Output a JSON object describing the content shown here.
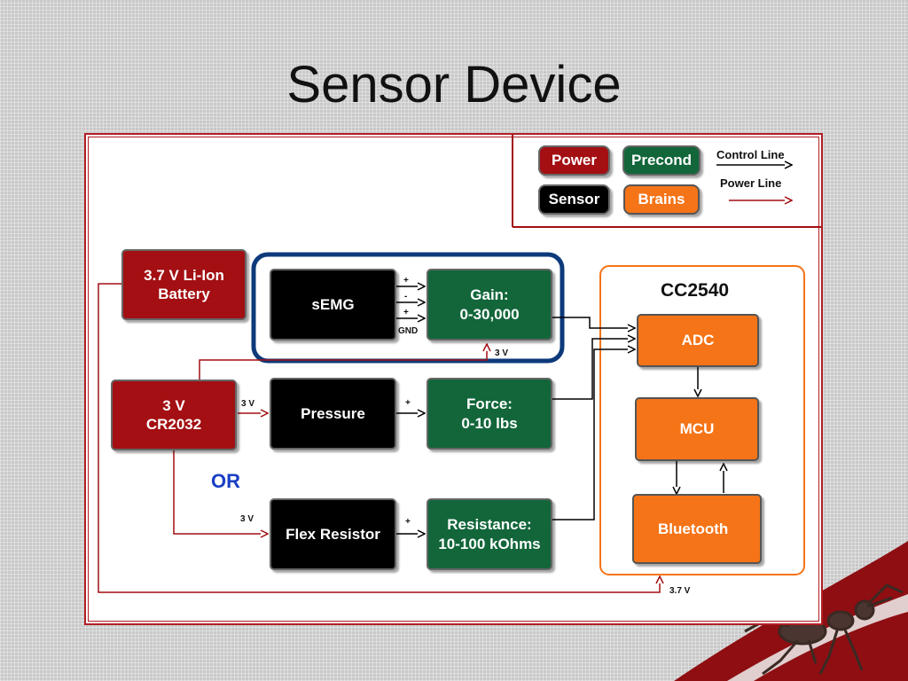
{
  "title": "Sensor Device",
  "colors": {
    "power": "#a30f12",
    "precond": "#12663a",
    "sensor": "#000000",
    "brains": "#f57417",
    "frame": "#b01e24",
    "highlight": "#0d3a7a",
    "or_text": "#1a3fc4"
  },
  "legend": {
    "power": "Power",
    "precond": "Precond",
    "sensor": "Sensor",
    "brains": "Brains",
    "control_line": "Control Line",
    "power_line": "Power Line"
  },
  "blocks": {
    "battery": "3.7 V Li-Ion\nBattery",
    "coin_cell": "3 V\nCR2032",
    "semg": "sEMG",
    "gain": "Gain:\n0-30,000",
    "pressure": "Pressure",
    "force": "Force:\n0-10 lbs",
    "flex": "Flex Resistor",
    "resistance": "Resistance:\n10-100 kOhms",
    "mcu_title": "CC2540",
    "adc": "ADC",
    "mcu": "MCU",
    "bluetooth": "Bluetooth"
  },
  "labels": {
    "plus_1": "+",
    "minus": "-",
    "plus_2": "+",
    "gnd": "GND",
    "v3_gain": "3 V",
    "v3_pressure": "3 V",
    "plus_pressure": "+",
    "or": "OR",
    "v3_flex": "3 V",
    "plus_flex": "+",
    "v37": "3.7 V"
  },
  "icons": {
    "wireless": "wireless-signal-icon",
    "ant": "ant-robot-icon"
  }
}
